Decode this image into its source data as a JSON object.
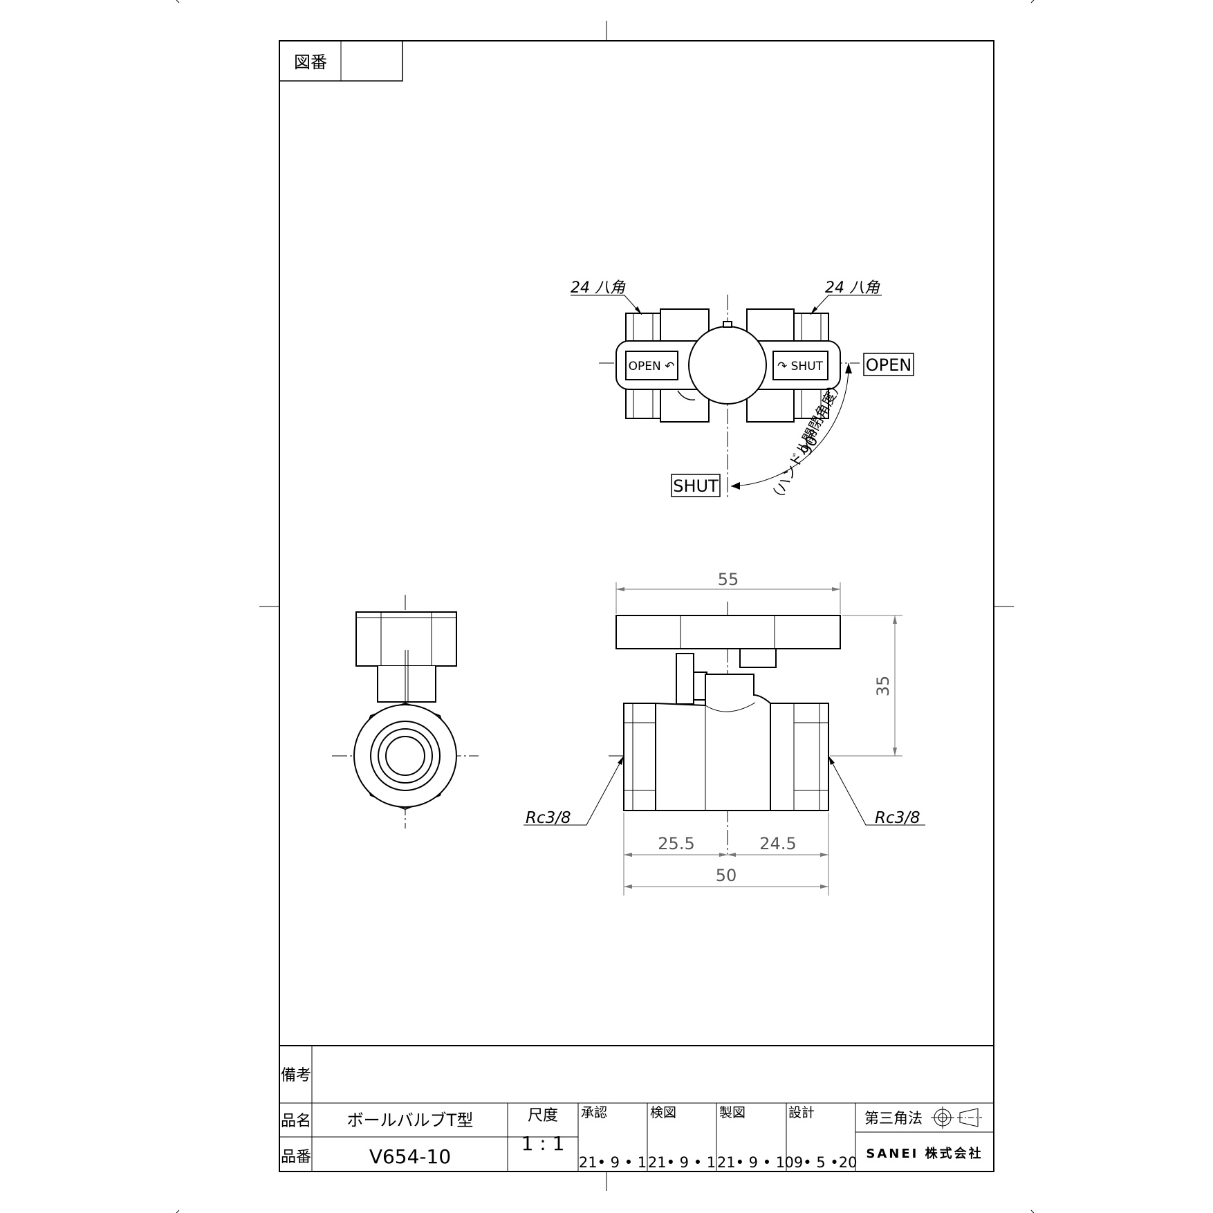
{
  "frame": {
    "figure_no_label": "図番",
    "figure_no_value": ""
  },
  "top_view": {
    "octagon_left": "24 八角",
    "octagon_right": "24 八角",
    "handle_open_text": "OPEN ↶",
    "handle_shut_text": "↷ SHUT",
    "open_label": "OPEN",
    "shut_label": "SHUT",
    "angle_label": "90°",
    "angle_note": "（ハンドル開閉角度）"
  },
  "front_view": {
    "dim_width_top": "55",
    "dim_height": "35",
    "dim_left": "25.5",
    "dim_right": "24.5",
    "dim_total": "50",
    "thread_left": "Rc3/8",
    "thread_right": "Rc3/8"
  },
  "title_block": {
    "remarks_label": "備考",
    "remarks_value": "",
    "name_label": "品名",
    "name_value": "ボールバルブT型",
    "number_label": "品番",
    "number_value": "V654-10",
    "scale_label": "尺度",
    "scale_value": "1 : 1",
    "approval_label": "承認",
    "approval_date": "21• 9 • 1",
    "check_label": "検図",
    "check_date": "21• 9 • 1",
    "drawn_label": "製図",
    "drawn_date": "21• 9 • 1",
    "design_label": "設計",
    "design_date": "09• 5 •20",
    "projection_label": "第三角法",
    "company": "SANEI 株式会社"
  }
}
